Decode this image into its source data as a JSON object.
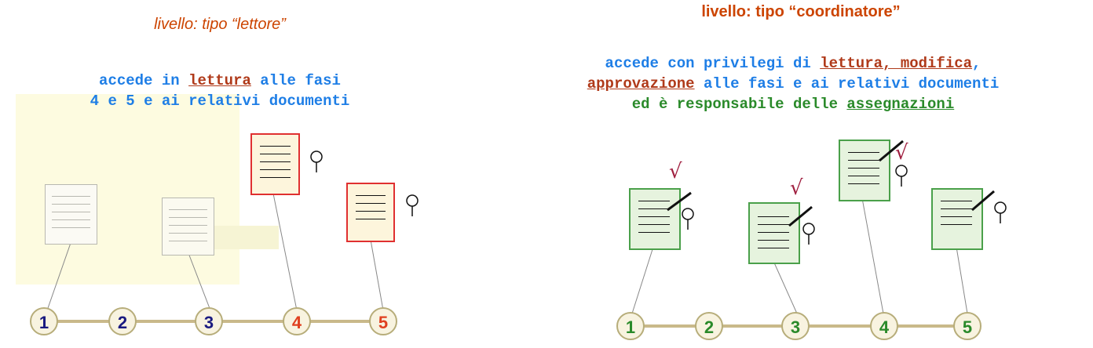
{
  "left_panel": {
    "title": "livello: tipo “lettore”",
    "desc_a": "accede in ",
    "desc_hl": "lettura",
    "desc_b": " alle fasi",
    "desc_line2": "4 e 5 e ai relativi documenti",
    "phases": [
      "1",
      "2",
      "3",
      "4",
      "5"
    ]
  },
  "right_panel": {
    "title": "livello: tipo “coordinatore”",
    "line1_a": "accede con privilegi di ",
    "line1_hl": "lettura, modifica",
    "line1_b": ",",
    "line2_hl": "approvazione",
    "line2_b": " alle fasi e ai relativi documenti",
    "line3_a": "ed è responsabile delle ",
    "line3_hl": "assegnazioni",
    "phases": [
      "1",
      "2",
      "3",
      "4",
      "5"
    ]
  },
  "colors": {
    "accent_blue": "#1e7ee6",
    "highlight_red": "#b03a1a",
    "green": "#2a8a2a",
    "navy": "#1a1a80",
    "orange_red": "#e04020",
    "doc_red_border": "#e03030",
    "doc_green_border": "#4aa04a"
  },
  "icons": [
    "document-icon",
    "magnifier-icon",
    "pencil-icon",
    "checkmark-icon"
  ]
}
